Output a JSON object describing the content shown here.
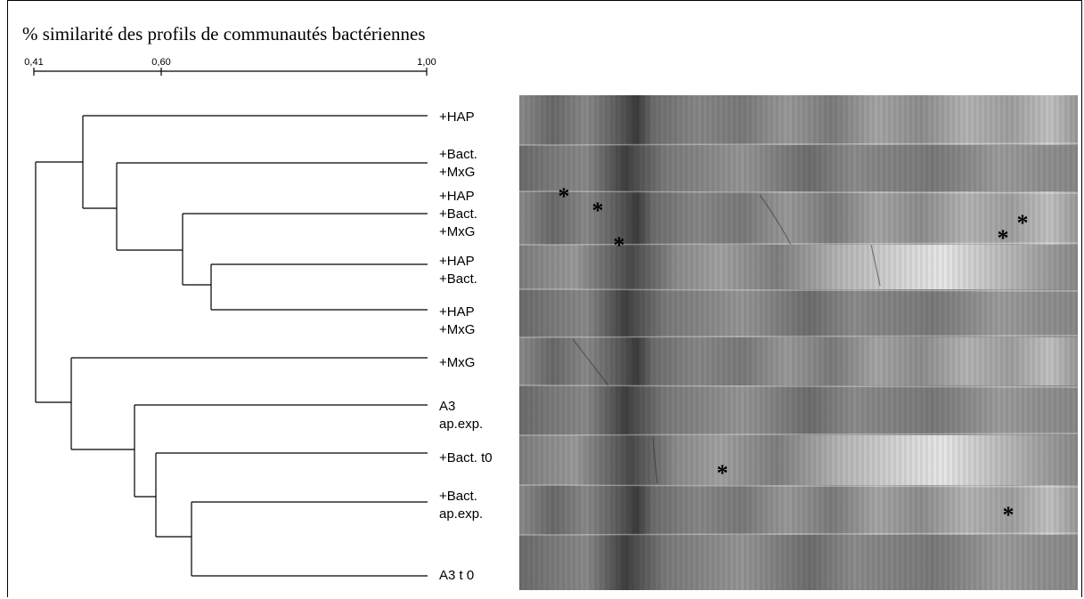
{
  "title": "% similarité des profils de communautés bactériennes",
  "scale": {
    "ticks": [
      "0,41",
      "0,60",
      "1,00"
    ]
  },
  "leaves": [
    {
      "lines": [
        "+HAP"
      ]
    },
    {
      "lines": [
        "+Bact.",
        "+MxG"
      ]
    },
    {
      "lines": [
        "+HAP",
        "+Bact.",
        "+MxG"
      ]
    },
    {
      "lines": [
        "+HAP",
        "+Bact."
      ]
    },
    {
      "lines": [
        "+HAP",
        "+MxG"
      ]
    },
    {
      "lines": [
        "+MxG"
      ]
    },
    {
      "lines": [
        "A3",
        "ap.exp."
      ]
    },
    {
      "lines": [
        "+Bact. t0"
      ]
    },
    {
      "lines": [
        "+Bact.",
        "ap.exp."
      ]
    },
    {
      "lines": [
        "A3 t 0"
      ]
    }
  ],
  "marker_symbol": "*",
  "colors": {
    "line": "#000000",
    "gel_dark": "#3a3a3a",
    "gel_light": "#d8d8d8"
  }
}
